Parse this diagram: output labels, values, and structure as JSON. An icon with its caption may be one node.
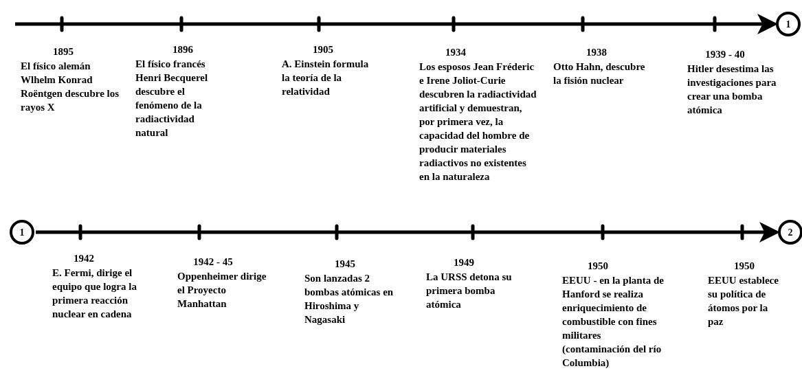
{
  "diagram": {
    "nodes": [
      {
        "text": [
          "1"
        ]
      },
      {
        "text": [
          "1"
        ]
      },
      {
        "text": [
          "2"
        ]
      }
    ],
    "edges": [
      {
        "from": null,
        "to": 0,
        "arrow": "to"
      },
      {
        "from": 1,
        "to": 2,
        "arrow": "to"
      }
    ],
    "labels": [
      "1895",
      "El físico alemán Wlhelm Konrad Roëntgen descubre los  rayos X",
      "1896",
      "El físico francés Henri Becquerel descubre el fenómeno de la radiactividad natural",
      "1905",
      "A. Einstein formula la teoría de la relatividad",
      "1934",
      "Los esposos Jean Fréderic e Irene Joliot-Curie descubren la radiactividad artificial y demuestran, por primera vez, la capacidad del hombre de producir materiales radiactivos no existentes en la naturaleza",
      "1938",
      "Otto Hahn, descubre la fisión nuclear",
      "1939 - 40",
      "Hitler desestima las investigaciones para crear una bomba atómica",
      "1942",
      "E. Fermi, dirige el equipo que logra la primera reacción nuclear en cadena",
      "1942 - 45",
      "Oppenheimer dirige el Proyecto Manhattan",
      "1945",
      "Son lanzadas 2 bombas atómicas en Hiroshima y Nagasaki",
      "1949",
      "La URSS detona su primera bomba atómica",
      "1950",
      "EEUU - en la planta de Hanford se realiza enriquecimiento de combustible con fines militares (contaminación del río Columbia)",
      "1950",
      "EEUU establece su política de átomos por la paz"
    ]
  }
}
